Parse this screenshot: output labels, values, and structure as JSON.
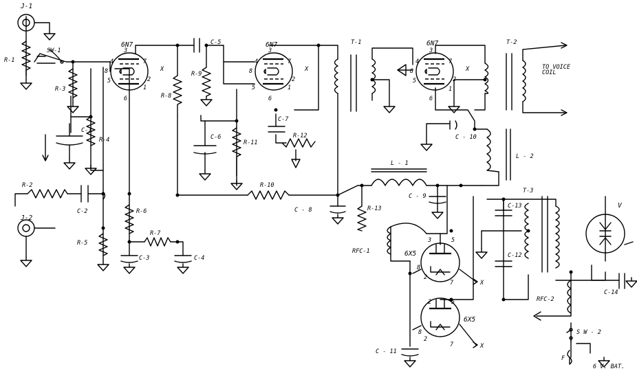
{
  "labels": {
    "j1": "J-1",
    "j2": "J-2",
    "r1": "R-1",
    "sw1": "SW-1",
    "r3": "R-3",
    "c1": "C-1",
    "r4": "R-4",
    "r2": "R-2",
    "c2": "C-2",
    "r5": "R-5",
    "r6": "R-6",
    "r7": "R-7",
    "c3": "C-3",
    "c4": "C-4",
    "r8": "R-8",
    "c5": "C-5",
    "r9": "R-9",
    "c6": "C-6",
    "r11": "R-11",
    "c7": "C-7",
    "r12": "R-12",
    "r10": "R-10",
    "c8": "C - 8",
    "r13": "R-13",
    "t1": "T-1",
    "t2": "T-2",
    "c10": "C - 10",
    "l2": "L - 2",
    "l1": "L - 1",
    "c9": "C - 9",
    "rfc1": "RFC-1",
    "t3": "T-3",
    "c13": "C-13",
    "c12": "C-12",
    "v": "V",
    "c14": "C-14",
    "rfc2": "RFC-2",
    "sw2": "S W - 2",
    "f": "F",
    "bat": "6 V. BAT.",
    "c11": "C - 11",
    "voice_line1": "TO VOICE",
    "voice_line2": "COIL"
  },
  "tubes": {
    "v1_type": "6N7",
    "v2_type": "6N7",
    "v3_type": "6N7",
    "v4_type": "6X5",
    "v5_type": "6X5"
  },
  "pins": [
    "1",
    "2",
    "3",
    "4",
    "5",
    "6",
    "7",
    "8"
  ],
  "heater_label": "X"
}
